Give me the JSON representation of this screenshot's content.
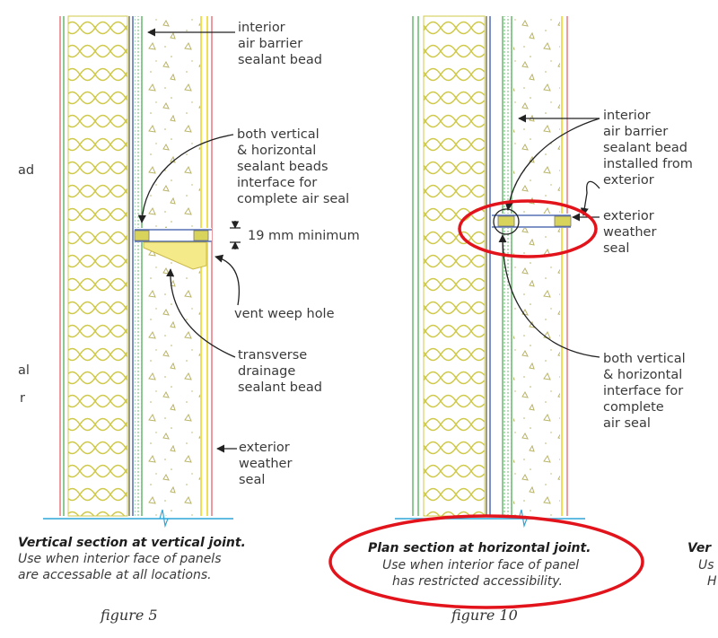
{
  "figure_left": {
    "labels": {
      "air_barrier": [
        "interior",
        "air barrier",
        "sealant bead"
      ],
      "both_beads": [
        "both vertical",
        "& horizontal",
        "sealant beads",
        "interface for",
        "complete air seal"
      ],
      "min_gap": "19 mm minimum",
      "vent": "vent weep hole",
      "transverse": [
        "transverse",
        "drainage",
        "sealant bead"
      ],
      "exterior": [
        "exterior",
        "weather",
        "seal"
      ]
    },
    "caption_title": "Vertical section at vertical joint.",
    "caption_line1": "Use when interior face of panels",
    "caption_line2": "are accessable at all locations.",
    "figure_label": "figure 5",
    "edge_fragments": [
      "ad",
      "al",
      "r"
    ]
  },
  "figure_right": {
    "labels": {
      "air_barrier": [
        "interior",
        "air barrier",
        "sealant bead",
        "installed from",
        "exterior"
      ],
      "exterior": [
        "exterior",
        "weather",
        "seal"
      ],
      "both": [
        "both vertical",
        "& horizontal",
        "interface for",
        "complete",
        "air seal"
      ]
    },
    "caption_title": "Plan section at horizontal joint.",
    "caption_line1": "Use when interior face of panel",
    "caption_line2": "has restricted accessibility.",
    "figure_label": "figure 10",
    "edge_fragments": [
      "Ver",
      "Us",
      "H"
    ]
  },
  "colors": {
    "highlight": "#e3131b",
    "insulation": "#d8d35a",
    "green_line": "#41a84a",
    "blue_line": "#3553a8",
    "red_line": "#e2565d",
    "yellow_line": "#f0df55",
    "ground": "#2ea6d8"
  }
}
